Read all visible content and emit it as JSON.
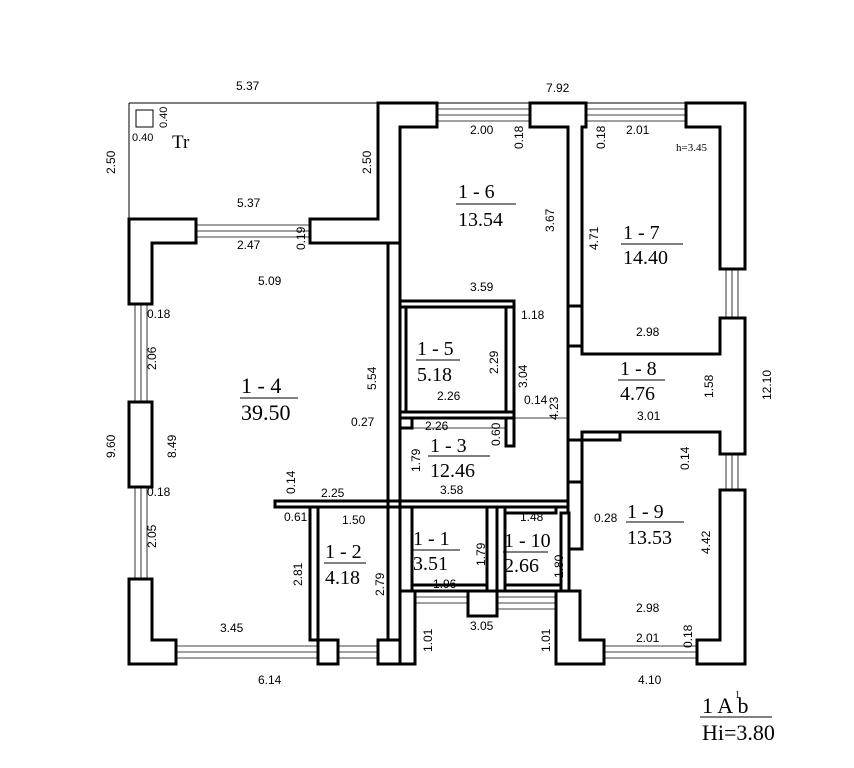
{
  "terrace": {
    "label": "Tr",
    "chimney_a": "0.40",
    "chimney_b": "0.40"
  },
  "ceiling_note": "h=3.45",
  "rooms": [
    {
      "id": "1 - 1",
      "area": "3.51"
    },
    {
      "id": "1 - 2",
      "area": "4.18"
    },
    {
      "id": "1 - 3",
      "area": "12.46"
    },
    {
      "id": "1 - 4",
      "area": "39.50"
    },
    {
      "id": "1 - 5",
      "area": "5.18"
    },
    {
      "id": "1 - 6",
      "area": "13.54"
    },
    {
      "id": "1 - 7",
      "area": "14.40"
    },
    {
      "id": "1 - 8",
      "area": "4.76"
    },
    {
      "id": "1 - 9",
      "area": "13.53"
    },
    {
      "id": "1 - 10",
      "area": "2.66"
    }
  ],
  "dimensions": {
    "top_left": "5.37",
    "top_right": "7.92",
    "terrace_left": "2.50",
    "terrace_right": "2.50",
    "terrace_bottom": "5.37",
    "r6_window": "2.00",
    "r6_pier_right": "0.18",
    "r7_pier_left": "0.18",
    "r7_window": "2.01",
    "r6_height": "3.67",
    "r6_width": "3.59",
    "r7_height": "4.71",
    "r4_window": "2.47",
    "r4_pier": "0.19",
    "r4_width": "5.09",
    "left_pier_top": "0.18",
    "left_window_top": "2.06",
    "left_total": "9.60",
    "r4_height": "8.49",
    "left_pier_bottom": "0.18",
    "left_window_bottom": "2.05",
    "r4_right_height": "5.54",
    "r5_height": "2.29",
    "r5_width": "2.26",
    "hall_left": "0.27",
    "r3_width_top": "2.26",
    "r3_pier": "0.60",
    "corridor_height": "3.04",
    "corridor_pier": "0.14",
    "corridor_total": "4.23",
    "corridor_offset": "1.18",
    "r7_width": "2.98",
    "r8_height": "1.58",
    "r8_width": "3.01",
    "r8_pier": "0.14",
    "right_total": "12.10",
    "r3_height": "1.79",
    "r3_width": "3.58",
    "r2_pier_top": "0.14",
    "r2_top": "2.25",
    "r2_offset": "0.61",
    "r2_width": "1.50",
    "r2_height": "2.79",
    "r4_bottom_height": "2.81",
    "r4_bottom_width": "3.45",
    "r1_height": "1.79",
    "r1_width": "1.96",
    "porch_width": "3.05",
    "porch_left": "1.01",
    "porch_right": "1.01",
    "r10_width": "1.48",
    "r10_height": "1.80",
    "r9_pier": "0.28",
    "r9_height": "4.42",
    "r9_width": "2.98",
    "r9_window": "2.01",
    "r9_pier_right": "0.18",
    "bottom_left": "6.14",
    "bottom_right": "4.10"
  },
  "sheet": {
    "title": "1 A b",
    "superscript": "1",
    "height_note": "Hi=3.80"
  }
}
